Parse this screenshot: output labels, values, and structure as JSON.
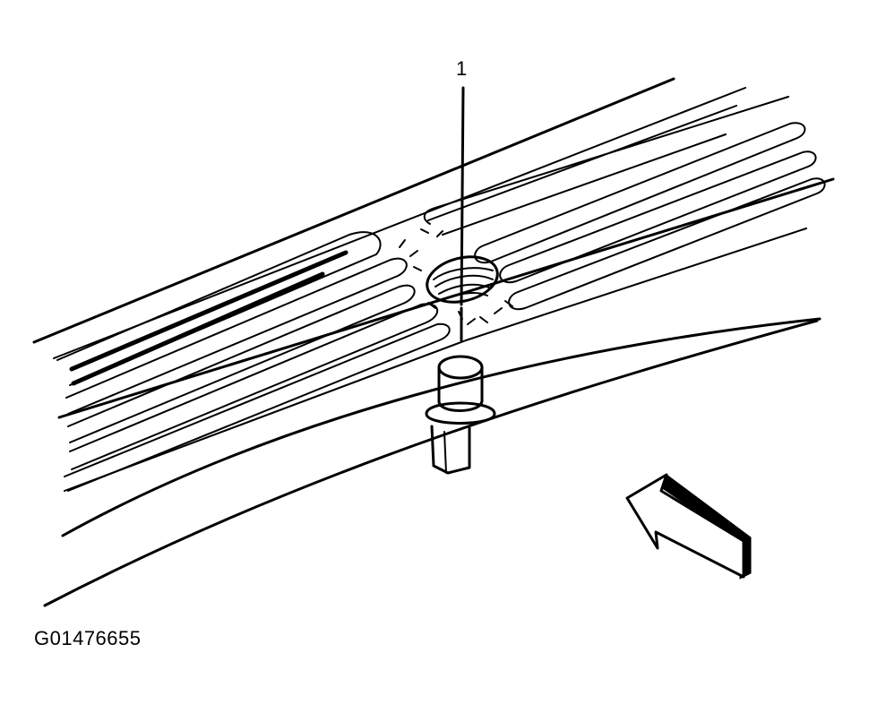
{
  "figure": {
    "id_label": "G01476655",
    "callout_number": "1"
  },
  "icons": {
    "panel": "sill-plate-panel",
    "fastener": "push-pin-retainer-icon",
    "arrow": "front-direction-arrow-icon"
  },
  "colors": {
    "line": "#000000",
    "background": "#ffffff"
  }
}
